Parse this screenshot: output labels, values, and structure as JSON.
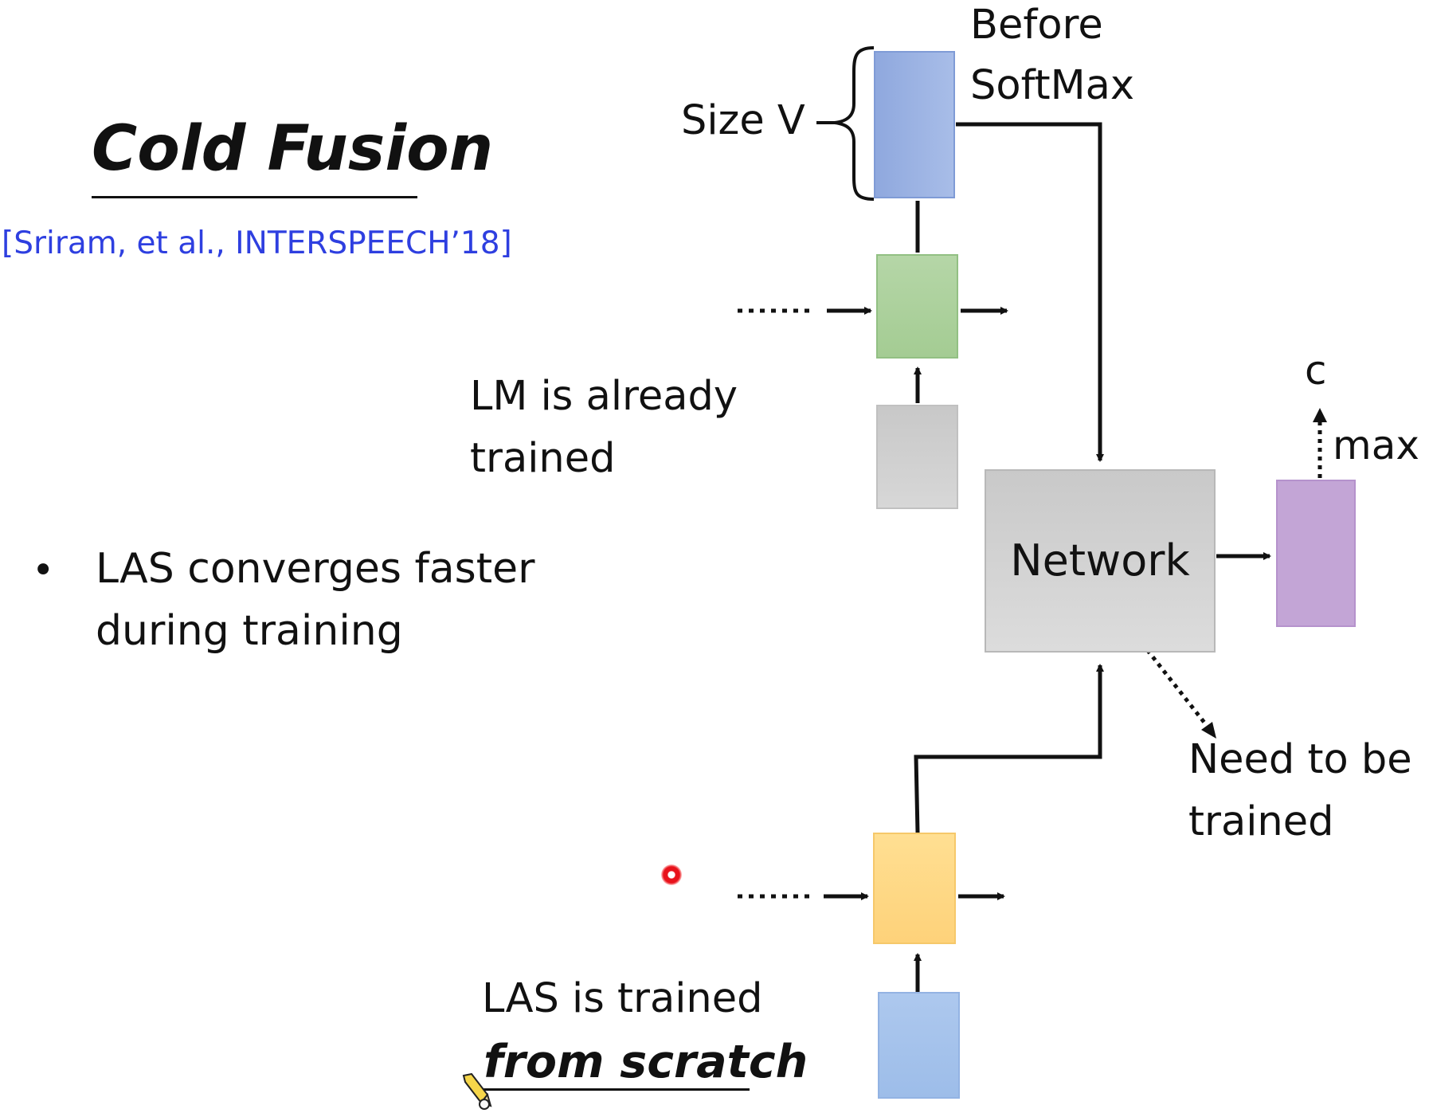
{
  "slide": {
    "title": "Cold Fusion",
    "citation": "[Sriram, et al., INTERSPEECH’18]",
    "bullet": {
      "marker": "•",
      "line1": "LAS converges faster",
      "line2": "during training"
    }
  },
  "diagram": {
    "before_softmax": {
      "line1": "Before",
      "line2": "SoftMax"
    },
    "size_label": "Size V",
    "lm_note": {
      "line1": "LM is already",
      "line2": "trained"
    },
    "network_label": "Network",
    "output_label": "c",
    "max_label": "max",
    "need_train": {
      "line1": "Need to be",
      "line2": "trained"
    },
    "las_note": {
      "line1": "LAS is trained",
      "line2": "from scratch"
    }
  },
  "colors": {
    "citation": "#2e3fe0",
    "lm_output": "#a8bde8",
    "lm_rnn": "#a4cc93",
    "lm_input": "#d0d0d0",
    "network": "#d2d2d2",
    "output": "#c3a5d6",
    "las_rnn": "#fed27a",
    "las_input": "#a5c3eb"
  },
  "icons": {
    "pointer": "laser-pointer-dot",
    "pen": "pen-cursor-icon"
  }
}
